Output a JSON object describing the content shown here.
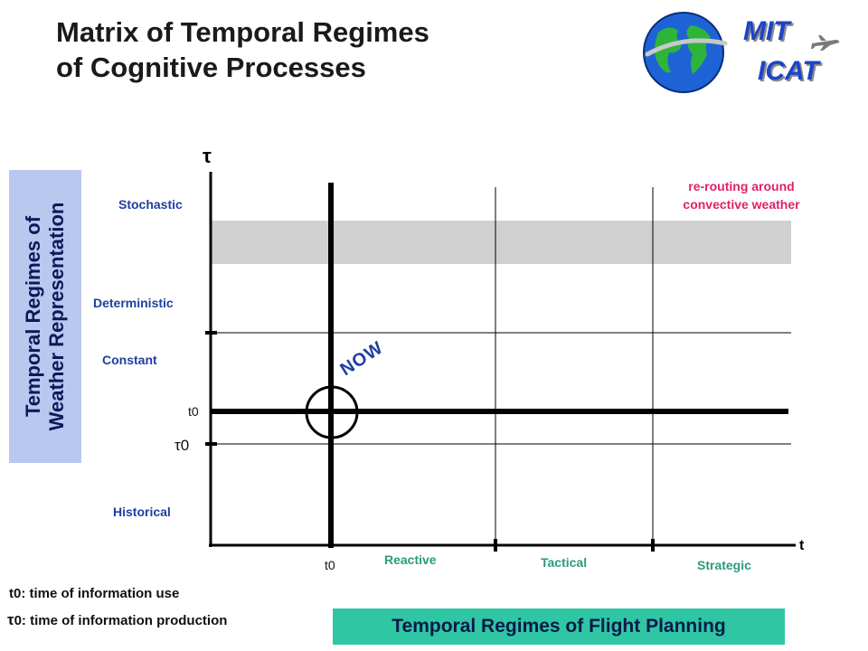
{
  "title": {
    "line1": "Matrix of Temporal Regimes",
    "line2": "of Cognitive Processes"
  },
  "logo": {
    "line1": "MIT",
    "line2": "ICAT",
    "icons": [
      "globe-icon",
      "airplane-icon"
    ]
  },
  "y_axis": {
    "symbol": "τ",
    "title_line1": "Temporal Regimes of",
    "title_line2": "Weather Representation",
    "regimes": {
      "stochastic": "Stochastic",
      "deterministic": "Deterministic",
      "constant": "Constant",
      "historical": "Historical"
    },
    "t0_label": "t0",
    "tau0_label": "τ0"
  },
  "x_axis": {
    "symbol": "t",
    "title": "Temporal Regimes of Flight Planning",
    "t0_label": "t0",
    "regimes": {
      "reactive": "Reactive",
      "tactical": "Tactical",
      "strategic": "Strategic"
    }
  },
  "annotation": {
    "line1": "re-routing around",
    "line2": "convective weather"
  },
  "now_label": "NOW",
  "legend": {
    "t0": "t0: time of information use",
    "tau0_symbol": "τ",
    "tau0_text": "0: time of information production"
  },
  "colors": {
    "axis_title_bg": "#b9c8ee",
    "bottom_title_bg": "#2fc6a4",
    "band": "#d0d0d0",
    "regime_text": "#1f3fa0",
    "annotation_text": "#e0206a"
  }
}
